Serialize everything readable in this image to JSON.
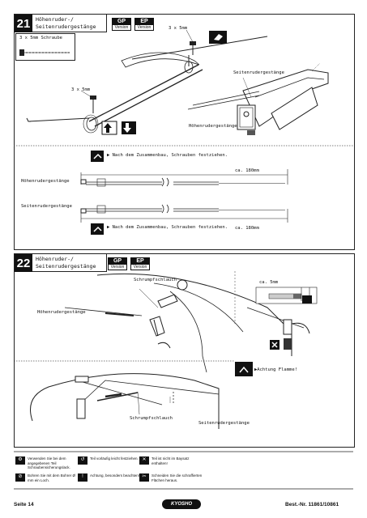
{
  "step21": {
    "number": "21",
    "title1": "Höhenruder-/",
    "title2": "Seitenrudergestänge",
    "gp": "GP",
    "ep": "EP",
    "version": "Version",
    "screw_box": "3 x 5mm Schraube",
    "screw_a": "3 x 5mm",
    "screw_b": "3 x 5mm",
    "seiten_label": "Seitenrudergestänge",
    "hoehen_label": "Höhenrudergestänge",
    "note_top": "▶ Nach dem Zusammenbau, Schrauben festziehen.",
    "hoehen_label2": "Höhenrudergestänge",
    "seiten_label2": "Seitenrudergestänge",
    "dim1": "ca. 180mm",
    "dim2": "ca. 180mm",
    "note_bottom": "▶ Nach dem Zusammenbau, Schrauben festziehen."
  },
  "step22": {
    "number": "22",
    "title1": "Höhenruder-/",
    "title2": "Seitenrudergestänge",
    "gp": "GP",
    "ep": "EP",
    "version": "Version",
    "shrink_top": "Schrumpfschlauch",
    "ca5": "ca. 5mm",
    "hoehen_label": "Höhenrudergestänge",
    "warning": "▶Achtung Flamme!",
    "shrink_bottom": "Schrumpfschlauch",
    "seiten_label": "Seitenrudergestänge"
  },
  "legend": [
    {
      "icon": "glue-icon",
      "text": "Verwenden Sie bei dem angegebenen Teil Schraubensicherungslack."
    },
    {
      "icon": "tighten-icon",
      "text": "Teil vorläufig leicht festziehen."
    },
    {
      "icon": "not-included-icon",
      "text": "Teil ist nicht im Baysatz enthalten!"
    },
    {
      "icon": "drill-icon",
      "text": "Bohren Sie mit dem Bohrer Ø mm ein Loch."
    },
    {
      "icon": "attention-icon",
      "text": "Achtung, besonders beachten!"
    },
    {
      "icon": "cut-icon",
      "text": "Schneiden Sie die schraffierten Flächen heraus."
    }
  ],
  "footer": {
    "page": "Seite 14",
    "brand": "KYOSHO",
    "order": "Best.-Nr. 11861/10861"
  }
}
